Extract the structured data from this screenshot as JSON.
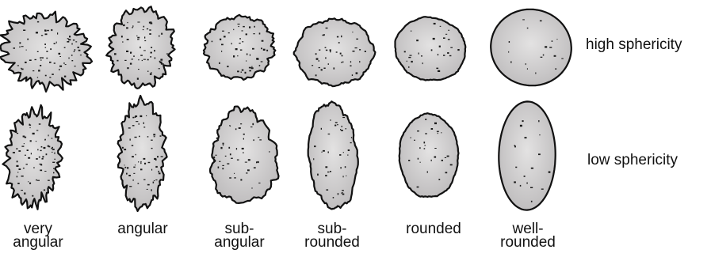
{
  "rows": [
    {
      "label": "high sphericity"
    },
    {
      "label": "low sphericity"
    }
  ],
  "columns": [
    {
      "line1": "very",
      "line2": "angular"
    },
    {
      "line1": "angular",
      "line2": ""
    },
    {
      "line1": "sub-",
      "line2": "angular"
    },
    {
      "line1": "sub-",
      "line2": "rounded"
    },
    {
      "line1": "rounded",
      "line2": ""
    },
    {
      "line1": "well-",
      "line2": "rounded"
    }
  ],
  "colors": {
    "grain_fill": "#c7c5c6",
    "grain_highlight": "#e3e2e2",
    "outline": "#111111"
  }
}
